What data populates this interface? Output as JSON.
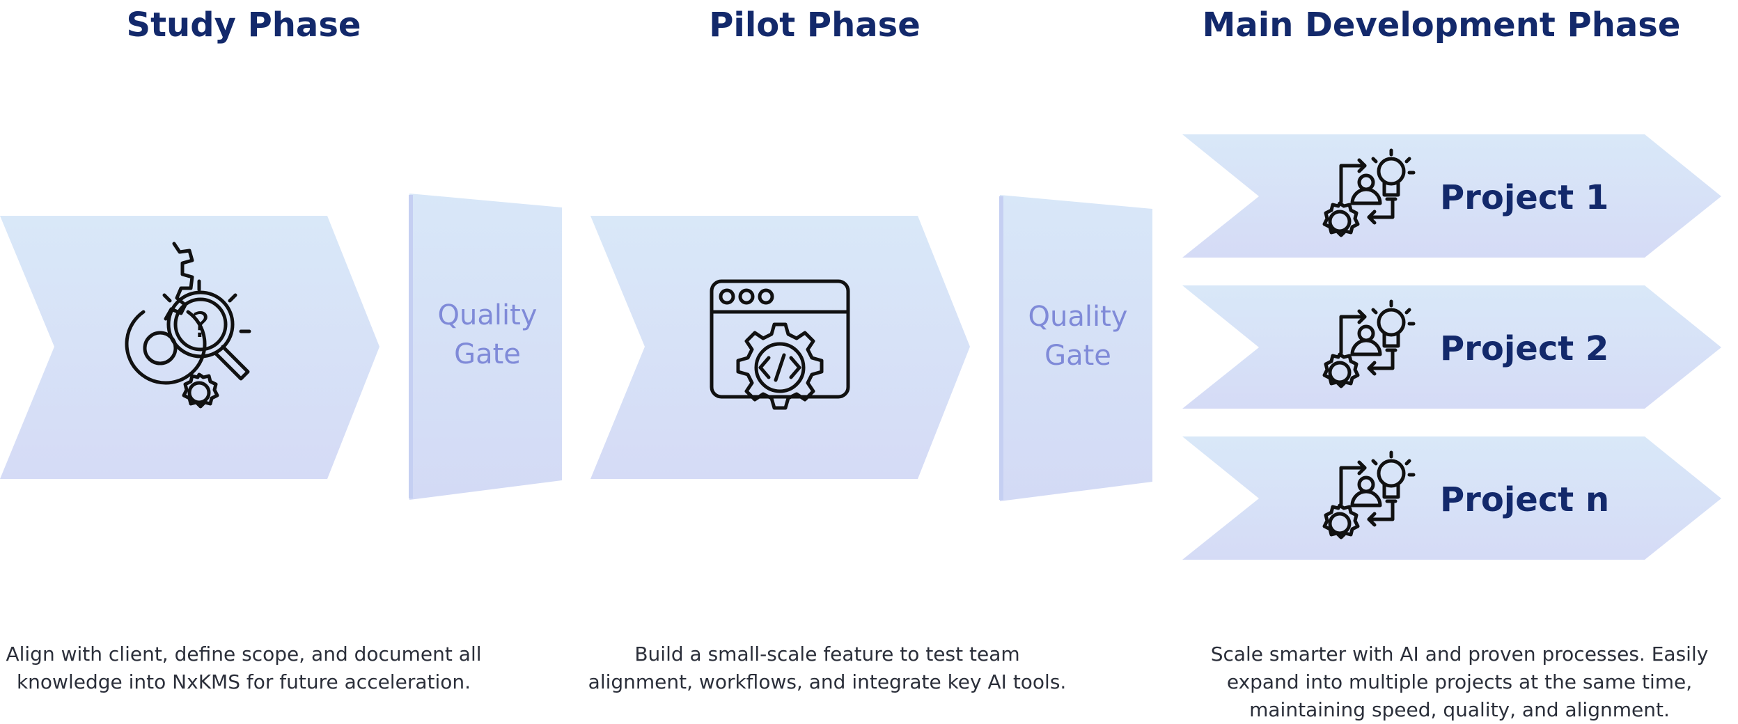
{
  "phases": [
    {
      "title": "Study Phase",
      "description": "Align with client, define scope, and document all knowledge into NxKMS for future acceleration.",
      "icon": "research-gear-icon"
    },
    {
      "title": "Pilot Phase",
      "description": "Build a small-scale feature to test team alignment, workflows, and integrate key AI tools.",
      "icon": "code-window-gear-icon"
    },
    {
      "title": "Main Development Phase",
      "description": "Scale smarter with AI and proven processes. Easily expand into multiple projects at the same time, maintaining speed, quality, and alignment.",
      "icon": "project-workflow-icon"
    }
  ],
  "gates": [
    {
      "line1": "Quality",
      "line2": "Gate"
    },
    {
      "line1": "Quality",
      "line2": "Gate"
    }
  ],
  "projects": [
    {
      "label": "Project 1"
    },
    {
      "label": "Project 2"
    },
    {
      "label": "Project n"
    }
  ],
  "colors": {
    "title": "#13296b",
    "gate_text": "#7f8ad8",
    "shape_top": "#d9e8f8",
    "shape_bottom": "#d6dcf6"
  }
}
